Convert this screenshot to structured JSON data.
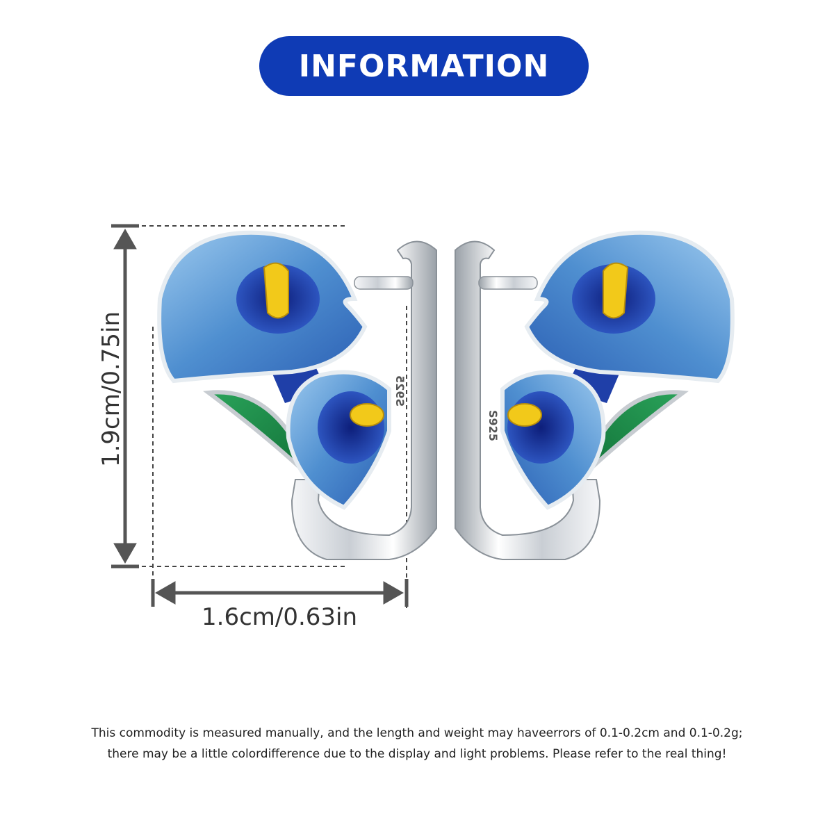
{
  "banner": {
    "title": "INFORMATION"
  },
  "dimensions": {
    "height_label": "1.9cm/0.75in",
    "width_label": "1.6cm/0.63in"
  },
  "product": {
    "stamp": "S925",
    "colors": {
      "petal_light": "#6fa9d9",
      "petal_dark": "#1a2f8f",
      "stamen": "#f2c91a",
      "leaf": "#1f8a4a",
      "silver": "#d9dde2"
    }
  },
  "disclaimer": {
    "line1": "This commodity is measured manually, and the length and weight may haveerrors of 0.1-0.2cm and 0.1-0.2g;",
    "line2": "there may be a little colordifference due to the display and light problems. Please refer to the real thing!"
  },
  "colors": {
    "banner_bg": "#0f3bb5",
    "arrow": "#555555"
  }
}
